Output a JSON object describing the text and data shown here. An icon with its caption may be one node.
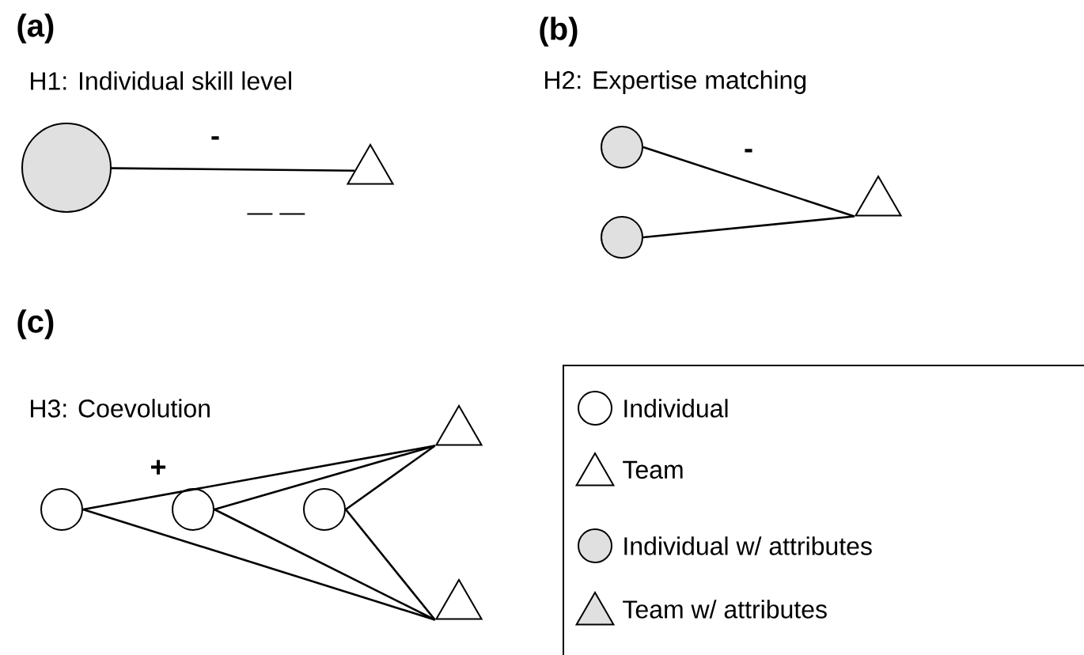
{
  "diagram": {
    "nodes": [
      {
        "text": [],
        "shape": "circle"
      },
      {
        "text": [],
        "shape": "triangle"
      },
      {
        "text": [],
        "shape": "circle"
      },
      {
        "text": [],
        "shape": "circle"
      },
      {
        "text": [],
        "shape": "triangle"
      },
      {
        "text": [],
        "shape": "circle"
      },
      {
        "text": [],
        "shape": "circle"
      },
      {
        "text": [],
        "shape": "circle"
      },
      {
        "text": [],
        "shape": "triangle"
      },
      {
        "text": [],
        "shape": "triangle"
      }
    ],
    "edges": [
      {
        "from": 0,
        "to": 1,
        "arrow": "none",
        "label": "-"
      },
      {
        "from": 2,
        "to": 4,
        "arrow": "none",
        "label": "-"
      },
      {
        "from": 3,
        "to": 4,
        "arrow": "none"
      },
      {
        "from": 5,
        "to": 8,
        "arrow": "none",
        "label": "+"
      },
      {
        "from": 5,
        "to": 9,
        "arrow": "none"
      },
      {
        "from": 6,
        "to": 8,
        "arrow": "none"
      },
      {
        "from": 6,
        "to": 9,
        "arrow": "none"
      },
      {
        "from": 7,
        "to": 8,
        "arrow": "none"
      },
      {
        "from": 7,
        "to": 9,
        "arrow": "none"
      }
    ],
    "labels": [
      "(a)",
      "H1: Individual skill level",
      "— —",
      "(b)",
      "H2: Expertise matching",
      "(c)",
      "H3: Coevolution"
    ],
    "legend": [
      {
        "text": "Individual"
      },
      {
        "text": "Team"
      },
      {
        "text": "Individual w/ attributes"
      },
      {
        "text": "Team w/ attributes"
      }
    ]
  }
}
